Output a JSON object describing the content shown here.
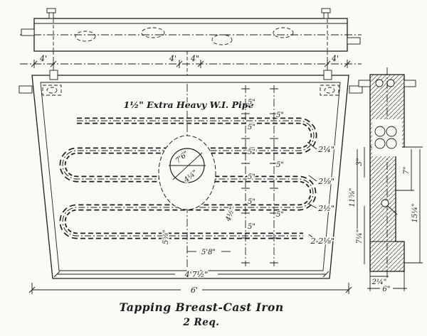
{
  "title": {
    "name": "Tapping Breast-Cast Iron",
    "quantity": "2 Req."
  },
  "top_dims": {
    "left": "4'",
    "center_left": "4'",
    "center_right": "4\"",
    "right": "4'"
  },
  "front": {
    "pipe_label": "1½\" Extra Heavy W.I. Pipe",
    "dim_5": "5\"",
    "dim_2_quarter": "2¼\"",
    "dim_2_eighth": "2⅛\"",
    "dim_2_half": "2½\"",
    "dim_2_2_eighth": "2-2⅛\"",
    "dim_5ft8": "5'8\"",
    "dim_5_5_8": "5⅝\"",
    "dim_4_half": "4½\"",
    "center_dim_a": "7'6\"",
    "center_dim_b": "4¼\"",
    "bottom_width": "4'7½\"",
    "overall_width": "6'"
  },
  "side": {
    "dim_3": "3\"",
    "dim_7": "7\"",
    "dim_15_quarter": "15¼\"",
    "dim_11_5_8": "11⅝\"",
    "dim_7_quarter": "7¼\"",
    "dim_2_quarter": "2¼\"",
    "dim_6": "6\""
  }
}
